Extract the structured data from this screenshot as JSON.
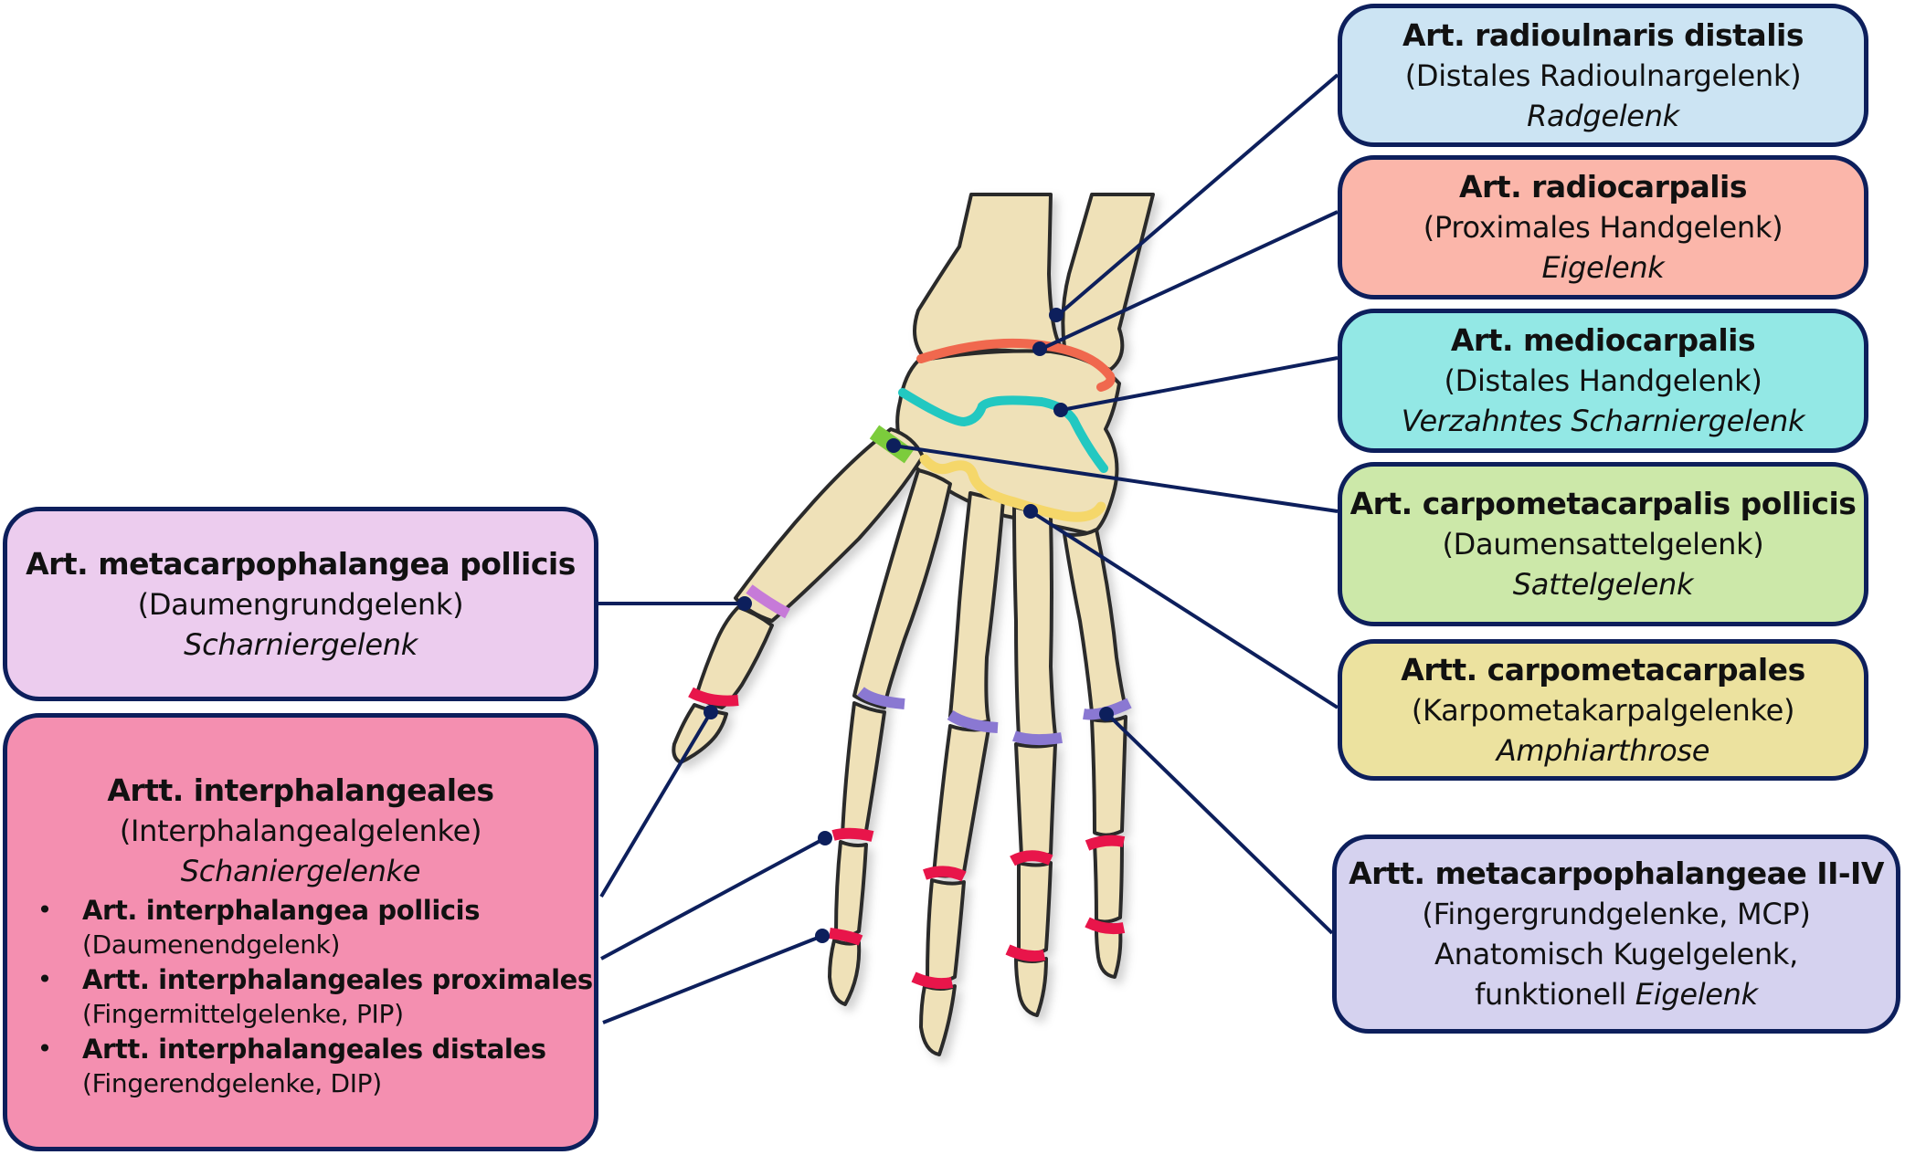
{
  "diagram": {
    "subject": "Gelenke der Hand",
    "colors": {
      "outline": "#0d1f5c",
      "bone_fill": "#efe1b8",
      "bone_shade": "#dcc893",
      "bone_outline": "#2a2a2a",
      "joint_radioulnar_dot": "#0d1f5c",
      "joint_radiocarpal": "#f0684e",
      "joint_mediocarpal": "#22c8c1",
      "joint_cmc_pollicis": "#7ccc3c",
      "joint_cmc": "#f5d76a",
      "joint_mcp_pollicis": "#c67ad8",
      "joint_mcp": "#8a78d2",
      "joint_ip": "#e8154a"
    }
  },
  "boxes": {
    "radioulnar": {
      "title": "Art. radioulnaris distalis",
      "subtitle": "(Distales Radioulnargelenk)",
      "type": "Radgelenk",
      "color": "#cce4f3"
    },
    "radiocarpal": {
      "title": "Art. radiocarpalis",
      "subtitle": "(Proximales Handgelenk)",
      "type": "Eigelenk",
      "color": "#fbb6aa"
    },
    "mediocarpal": {
      "title": "Art. mediocarpalis",
      "subtitle": "(Distales Handgelenk)",
      "type": "Verzahntes Scharniergelenk",
      "color": "#93e8e5"
    },
    "cmc_pollicis": {
      "title": "Art. carpometacarpalis pollicis",
      "subtitle": "(Daumensattelgelenk)",
      "type": "Sattelgelenk",
      "color": "#cce8a9"
    },
    "cmc": {
      "title": "Artt. carpometacarpales",
      "subtitle": "(Karpometakarpalgelenke)",
      "type": "Amphiarthrose",
      "color": "#ece29f"
    },
    "mcp": {
      "title": "Artt. metacarpophalangeae II-IV",
      "subtitle": "(Fingergrundgelenke, MCP)",
      "line3": "Anatomisch Kugelgelenk,",
      "line4_plain": "funktionell ",
      "line4_italic": "Eigelenk",
      "color": "#d5d2ef"
    },
    "mcp_pollicis": {
      "title": "Art. metacarpophalangea pollicis",
      "subtitle": "(Daumengrundgelenk)",
      "type": "Scharniergelenk",
      "color": "#ecccee"
    },
    "ip": {
      "title": "Artt. interphalangeales",
      "subtitle": "(Interphalangealgelenke)",
      "type": "Schaniergelenke",
      "color": "#f48fb0",
      "bullet": "•",
      "items": [
        {
          "title": "Art. interphalangea pollicis",
          "subtitle": "(Daumenendgelenk)"
        },
        {
          "title": "Artt. interphalangeales proximales",
          "subtitle": "(Fingermittelgelenke, PIP)"
        },
        {
          "title": "Artt. interphalangeales distales",
          "subtitle": "(Fingerendgelenke, DIP)"
        }
      ]
    }
  }
}
